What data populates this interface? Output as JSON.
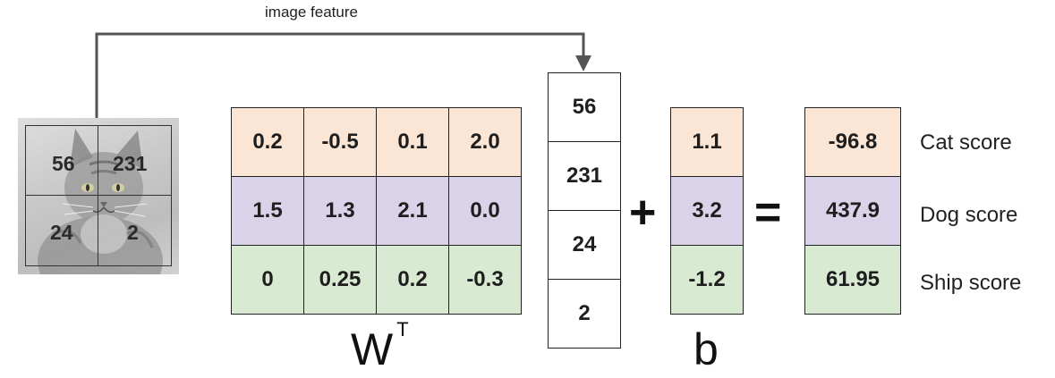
{
  "caption": "image feature",
  "image_pixels": [
    "56",
    "231",
    "24",
    "2"
  ],
  "weights": [
    [
      "0.2",
      "-0.5",
      "0.1",
      "2.0"
    ],
    [
      "1.5",
      "1.3",
      "2.1",
      "0.0"
    ],
    [
      "0",
      "0.25",
      "0.2",
      "-0.3"
    ]
  ],
  "feature_vector": [
    "56",
    "231",
    "24",
    "2"
  ],
  "bias": [
    "1.1",
    "3.2",
    "-1.2"
  ],
  "scores": [
    "-96.8",
    "437.9",
    "61.95"
  ],
  "score_labels": [
    "Cat score",
    "Dog score",
    "Ship score"
  ],
  "weights_label": "W",
  "weights_superscript": "T",
  "bias_label": "b",
  "plus_symbol": "+",
  "equals_symbol": "=",
  "colors": {
    "cat": "#fbe5d5",
    "dog": "#d9d2e9",
    "ship": "#d9ead3",
    "arrow": "#555555"
  }
}
